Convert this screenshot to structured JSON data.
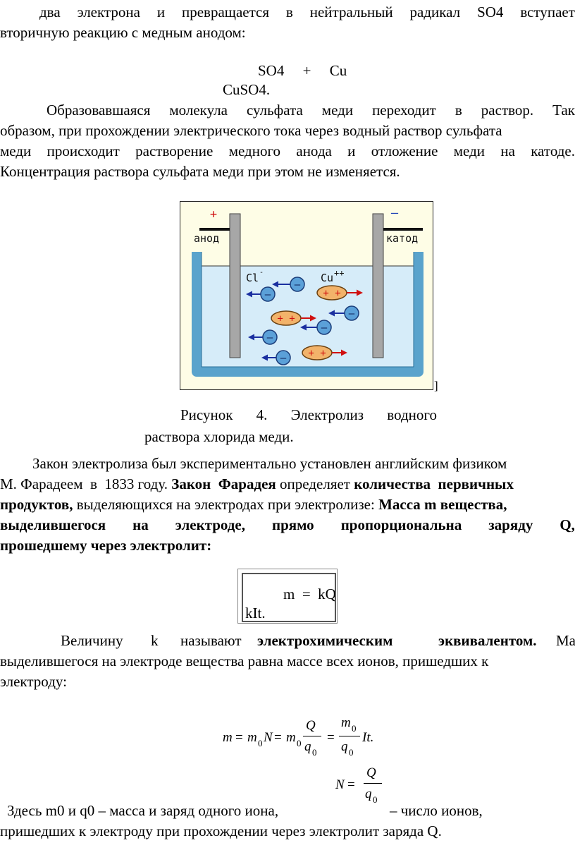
{
  "para1": {
    "line1_words": [
      "два",
      "электрона",
      "и",
      "превращается",
      "в",
      "нейтральный",
      "радикал",
      "SO4",
      "вступает"
    ],
    "line2": "вторичную реакцию с медным анодом:"
  },
  "reaction": {
    "lhs": "SO4     +     Cu",
    "rhs": "CuSO4."
  },
  "para2": {
    "line1_words": [
      "Образовавшаяся",
      "молекула",
      "сульфата",
      "меди",
      "переходит",
      "в",
      "раствор.",
      "Так"
    ],
    "line2": "образом, при прохождении электрического тока через водный раствор сульфата",
    "line3_words": [
      "меди",
      "происходит",
      "растворение",
      "медного",
      "анода",
      "и",
      "отложение",
      "меди",
      "на",
      "катоде."
    ],
    "line4": "Концентрация раствора сульфата меди при этом не изменяется."
  },
  "figure": {
    "plus": "+",
    "minus": "–",
    "anode": "анод",
    "cathode": "катод",
    "cl_label": "Cl",
    "cl_sup": "-",
    "cu_label": "Cu",
    "cu_sup": "++",
    "ion_minus": "–",
    "ion_plus": "+ +",
    "trailing": "]"
  },
  "caption": {
    "line1_words": [
      "Рисунок",
      "4.",
      "Электролиз",
      "водного"
    ],
    "line2": "раствора хлорида меди."
  },
  "para3": {
    "line1": "Закон электролиза был экспериментально установлен английским физиком",
    "line2_a": "М. Фарадеем  в  1833 году. ",
    "line2_b": "Закон  Фарадея",
    "line2_c": " определяет ",
    "line2_d": "количества  первичных",
    "line3_a": "продуктов,",
    "line3_b": " выделяющихся на электродах при электролизе: ",
    "line3_c": "Масса m вещества,",
    "line4_words": [
      "выделившегося",
      "на",
      "электроде,",
      "прямо",
      "пропорциональна",
      "заряду",
      "Q,"
    ],
    "line5": "прошедшему через электролит:"
  },
  "formula1": {
    "top": "m  =  kQ",
    "bottom": "kIt."
  },
  "para4": {
    "line1_a": "Величину",
    "line1_b": "k",
    "line1_c": "называют",
    "line1_d": "электрохимическим",
    "line1_e": "эквивалентом.",
    "line1_f": "Масса",
    "line2": "выделившегося на электроде вещества равна массе всех ионов, пришедших к",
    "line3": "электроду:"
  },
  "formula2": {
    "m": "m",
    "eq": "=",
    "m0": "m",
    "sub0": "0",
    "N": "N",
    "Q": "Q",
    "q": "q",
    "It": "It."
  },
  "para5": {
    "line1_a": "Здесь m0 и q0 – масса и заряд одного иона,",
    "line1_b": "– число ионов,",
    "line2": "пришедших к электроду при прохождении через электролит заряда Q."
  }
}
